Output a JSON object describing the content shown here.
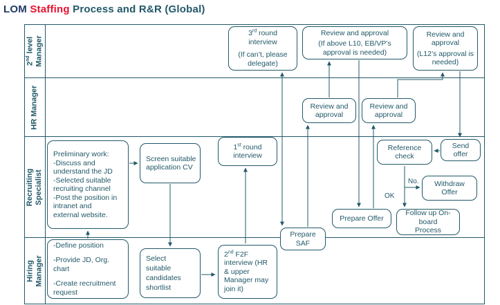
{
  "title": {
    "part1": "LOM",
    "part2": "Staffing",
    "part3": "Process and R&R (Global)"
  },
  "colors": {
    "accent_navy": "#203864",
    "accent_red": "#e8112d",
    "accent_teal": "#215868"
  },
  "lanes": [
    {
      "l1a": "2",
      "l1b": "nd",
      "l1c": " level",
      "l2": "Manager"
    },
    {
      "l1": "HR Manager"
    },
    {
      "l1": "Recruiting",
      "l2": "Specialist"
    },
    {
      "l1": "Hiring",
      "l2": "Manager"
    }
  ],
  "boxes": {
    "third_round": {
      "l1a": "3",
      "l1b": "rd",
      "l1c": " round",
      "l2": "interview",
      "note": "(If can’t, please delegate)"
    },
    "review_l10": {
      "l1": "Review and approval",
      "note": "(If above L10, EB/VP’s approval is needed)"
    },
    "review_l12": {
      "l1": "Review and approval",
      "note": "(L12’s approval is needed)"
    },
    "review_hr_1": {
      "l1": "Review and",
      "l2": "approval"
    },
    "review_hr_2": {
      "l1": "Review and",
      "l2": "approval"
    },
    "prelim": {
      "lines": [
        "Preliminary work:",
        "-Discuss and",
        "understand the JD",
        "-Selected suitable",
        "recruiting channel",
        "-Post the position in",
        "intranet and",
        "external website."
      ]
    },
    "screen_cv": {
      "lines": [
        "Screen suitable",
        "application CV"
      ]
    },
    "first_round": {
      "l1a": "1",
      "l1b": "st",
      "l1c": " round",
      "l2": "interview"
    },
    "reference_check": {
      "lines": [
        "Reference",
        "check"
      ]
    },
    "send_offer": {
      "lines": [
        "Send",
        "offer"
      ]
    },
    "withdraw_offer": {
      "lines": [
        "Withdraw",
        "Offer"
      ]
    },
    "prepare_offer": {
      "l1": "Prepare Offer"
    },
    "followup": {
      "lines": [
        "Follow up On-board",
        "Process"
      ]
    },
    "prepare_saf": {
      "lines": [
        "Prepare",
        "SAF"
      ]
    },
    "define_position": {
      "lines": [
        "-Define position",
        "-Provide JD, Org.",
        "chart",
        "-Create recruitment",
        "request"
      ]
    },
    "shortlist": {
      "lines": [
        "Select",
        "suitable",
        "candidates",
        "shortlist"
      ]
    },
    "f2f": {
      "l1a": "2",
      "l1b": "nd",
      "l1c": " F2F",
      "lines": [
        "interview (HR",
        "& upper",
        "Manager may",
        "join it)"
      ]
    }
  },
  "labels": {
    "ok": "OK",
    "no": "No."
  }
}
